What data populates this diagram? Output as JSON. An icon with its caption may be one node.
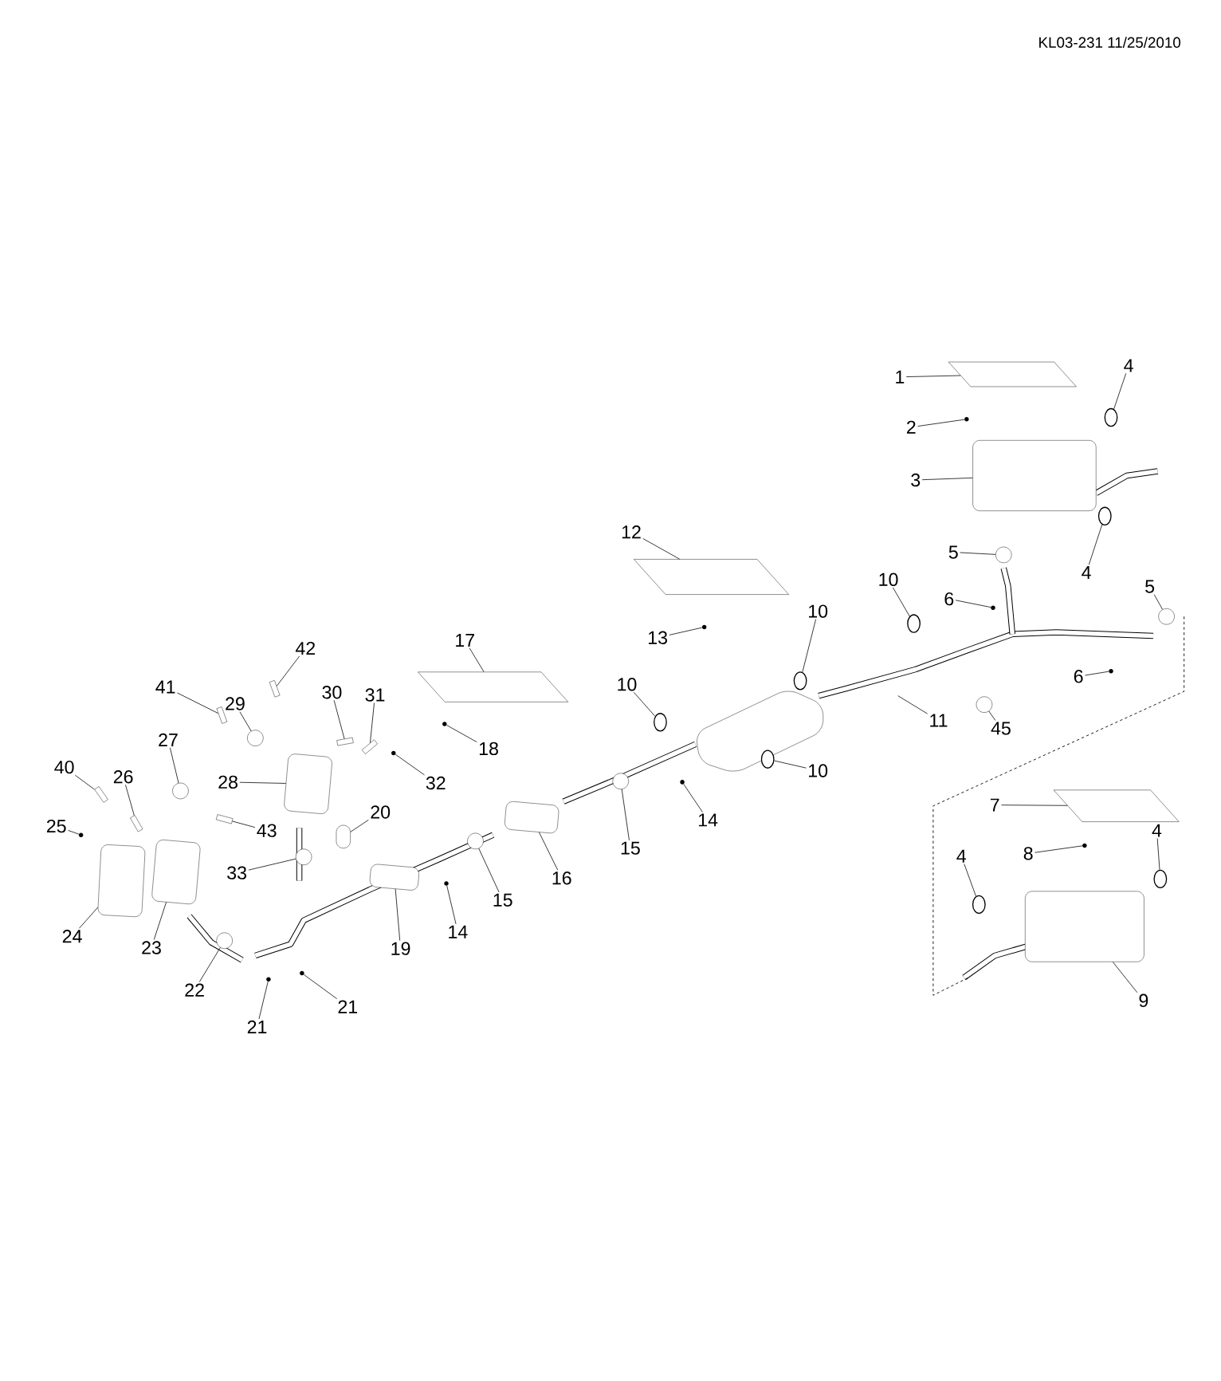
{
  "diagram": {
    "nodes": [
      {
        "text": [
          "1"
        ]
      },
      {
        "text": [
          "2"
        ]
      },
      {
        "text": [
          "4"
        ]
      },
      {
        "text": [
          "3"
        ]
      },
      {
        "text": [
          "4"
        ]
      },
      {
        "text": [
          "5"
        ]
      },
      {
        "text": [
          "6"
        ]
      },
      {
        "text": [
          "10"
        ]
      },
      {
        "text": [
          "5"
        ]
      },
      {
        "text": [
          "6"
        ]
      },
      {
        "text": [
          "12"
        ]
      },
      {
        "text": [
          "13"
        ]
      },
      {
        "text": [
          "10"
        ]
      },
      {
        "text": [
          "17"
        ]
      },
      {
        "text": [
          "18"
        ]
      },
      {
        "text": [
          "10"
        ]
      },
      {
        "text": [
          "11"
        ]
      },
      {
        "text": [
          "45"
        ]
      },
      {
        "text": [
          "10"
        ]
      },
      {
        "text": [
          "42"
        ]
      },
      {
        "text": [
          "41"
        ]
      },
      {
        "text": [
          "29"
        ]
      },
      {
        "text": [
          "30"
        ]
      },
      {
        "text": [
          "31"
        ]
      },
      {
        "text": [
          "32"
        ]
      },
      {
        "text": [
          "27"
        ]
      },
      {
        "text": [
          "28"
        ]
      },
      {
        "text": [
          "40"
        ]
      },
      {
        "text": [
          "26"
        ]
      },
      {
        "text": [
          "25"
        ]
      },
      {
        "text": [
          "43"
        ]
      },
      {
        "text": [
          "20"
        ]
      },
      {
        "text": [
          "33"
        ]
      },
      {
        "text": [
          "24"
        ]
      },
      {
        "text": [
          "23"
        ]
      },
      {
        "text": [
          "22"
        ]
      },
      {
        "text": [
          "21"
        ]
      },
      {
        "text": [
          "21"
        ]
      },
      {
        "text": [
          "19"
        ]
      },
      {
        "text": [
          "14"
        ]
      },
      {
        "text": [
          "15"
        ]
      },
      {
        "text": [
          "16"
        ]
      },
      {
        "text": [
          "15"
        ]
      },
      {
        "text": [
          "14"
        ]
      },
      {
        "text": [
          "7"
        ]
      },
      {
        "text": [
          "8"
        ]
      },
      {
        "text": [
          "4"
        ]
      },
      {
        "text": [
          "4"
        ]
      },
      {
        "text": [
          "9"
        ]
      },
      {
        "text": [],
        "shape": "plate"
      },
      {
        "text": [],
        "shape": "dot"
      },
      {
        "text": [],
        "shape": "ring"
      },
      {
        "text": [],
        "shape": "box"
      },
      {
        "text": [],
        "shape": "ring"
      },
      {
        "text": [],
        "shape": "circle"
      },
      {
        "text": [],
        "shape": "dot"
      },
      {
        "text": [],
        "shape": "ring"
      },
      {
        "text": [],
        "shape": "circle"
      },
      {
        "text": [],
        "shape": "dot"
      },
      {
        "text": [],
        "shape": "plate"
      },
      {
        "text": [],
        "shape": "dot"
      },
      {
        "text": [],
        "shape": "ring"
      },
      {
        "text": [],
        "shape": "plate"
      },
      {
        "text": [],
        "shape": "dot"
      },
      {
        "text": [],
        "shape": "ring"
      },
      {
        "text": [],
        "shape": "circle"
      },
      {
        "text": [],
        "shape": "ring"
      },
      {
        "text": [],
        "shape": "sensor"
      },
      {
        "text": [],
        "shape": "sensor"
      },
      {
        "text": [],
        "shape": "circle"
      },
      {
        "text": [],
        "shape": "sensor"
      },
      {
        "text": [],
        "shape": "sensor"
      },
      {
        "text": [],
        "shape": "dot"
      },
      {
        "text": [],
        "shape": "circle"
      },
      {
        "text": [],
        "shape": "box"
      },
      {
        "text": [],
        "shape": "sensor"
      },
      {
        "text": [],
        "shape": "sensor"
      },
      {
        "text": [],
        "shape": "dot"
      },
      {
        "text": [],
        "shape": "sensor"
      },
      {
        "text": [],
        "shape": "box"
      },
      {
        "text": [],
        "shape": "circle"
      },
      {
        "text": [],
        "shape": "box"
      },
      {
        "text": [],
        "shape": "box"
      },
      {
        "text": [],
        "shape": "circle"
      },
      {
        "text": [],
        "shape": "dot"
      },
      {
        "text": [],
        "shape": "dot"
      },
      {
        "text": [],
        "shape": "box"
      },
      {
        "text": [],
        "shape": "dot"
      },
      {
        "text": [],
        "shape": "circle"
      },
      {
        "text": [],
        "shape": "box"
      },
      {
        "text": [],
        "shape": "circle"
      },
      {
        "text": [],
        "shape": "dot"
      },
      {
        "text": [],
        "shape": "plate"
      },
      {
        "text": [],
        "shape": "dot"
      },
      {
        "text": [],
        "shape": "ring"
      },
      {
        "text": [],
        "shape": "ring"
      },
      {
        "text": [],
        "shape": "box"
      }
    ],
    "edges": [
      {
        "from": 0,
        "to": 49,
        "arrow": "none"
      },
      {
        "from": 1,
        "to": 50,
        "arrow": "none"
      },
      {
        "from": 2,
        "to": 51,
        "arrow": "none"
      },
      {
        "from": 3,
        "to": 52,
        "arrow": "none"
      },
      {
        "from": 4,
        "to": 53,
        "arrow": "none"
      },
      {
        "from": 5,
        "to": 54,
        "arrow": "none"
      },
      {
        "from": 6,
        "to": 55,
        "arrow": "none"
      },
      {
        "from": 7,
        "to": 56,
        "arrow": "none"
      },
      {
        "from": 8,
        "to": 57,
        "arrow": "none"
      },
      {
        "from": 9,
        "to": 58,
        "arrow": "none"
      },
      {
        "from": 10,
        "to": 59,
        "arrow": "none"
      },
      {
        "from": 11,
        "to": 60,
        "arrow": "none"
      },
      {
        "from": 12,
        "to": 61,
        "arrow": "none"
      },
      {
        "from": 13,
        "to": 62,
        "arrow": "none"
      },
      {
        "from": 14,
        "to": 63,
        "arrow": "none"
      },
      {
        "from": 15,
        "to": 64,
        "arrow": "none"
      },
      {
        "from": 16,
        "to": null,
        "arrow": "none"
      },
      {
        "from": 17,
        "to": 65,
        "arrow": "none"
      },
      {
        "from": 18,
        "to": 66,
        "arrow": "none"
      },
      {
        "from": 19,
        "to": 67,
        "arrow": "none"
      },
      {
        "from": 20,
        "to": 68,
        "arrow": "none"
      },
      {
        "from": 21,
        "to": 69,
        "arrow": "none"
      },
      {
        "from": 22,
        "to": 70,
        "arrow": "none"
      },
      {
        "from": 23,
        "to": 71,
        "arrow": "none"
      },
      {
        "from": 24,
        "to": 72,
        "arrow": "none"
      },
      {
        "from": 25,
        "to": 73,
        "arrow": "none"
      },
      {
        "from": 26,
        "to": 74,
        "arrow": "none"
      },
      {
        "from": 27,
        "to": 75,
        "arrow": "none"
      },
      {
        "from": 28,
        "to": 76,
        "arrow": "none"
      },
      {
        "from": 29,
        "to": 77,
        "arrow": "none"
      },
      {
        "from": 30,
        "to": 78,
        "arrow": "none"
      },
      {
        "from": 31,
        "to": 79,
        "arrow": "none"
      },
      {
        "from": 32,
        "to": 80,
        "arrow": "none"
      },
      {
        "from": 33,
        "to": 81,
        "arrow": "none"
      },
      {
        "from": 34,
        "to": 82,
        "arrow": "none"
      },
      {
        "from": 35,
        "to": 83,
        "arrow": "none"
      },
      {
        "from": 36,
        "to": 84,
        "arrow": "none"
      },
      {
        "from": 37,
        "to": 85,
        "arrow": "none"
      },
      {
        "from": 38,
        "to": 86,
        "arrow": "none"
      },
      {
        "from": 39,
        "to": 87,
        "arrow": "none"
      },
      {
        "from": 40,
        "to": 88,
        "arrow": "none"
      },
      {
        "from": 41,
        "to": 89,
        "arrow": "none"
      },
      {
        "from": 42,
        "to": 90,
        "arrow": "none"
      },
      {
        "from": 43,
        "to": 91,
        "arrow": "none"
      },
      {
        "from": 44,
        "to": 92,
        "arrow": "none"
      },
      {
        "from": 45,
        "to": 93,
        "arrow": "none"
      },
      {
        "from": 46,
        "to": 94,
        "arrow": "none"
      },
      {
        "from": 47,
        "to": 95,
        "arrow": "none"
      },
      {
        "from": 48,
        "to": 96,
        "arrow": "none"
      }
    ],
    "labels": [
      "KL03-231 11/25/2010"
    ]
  }
}
